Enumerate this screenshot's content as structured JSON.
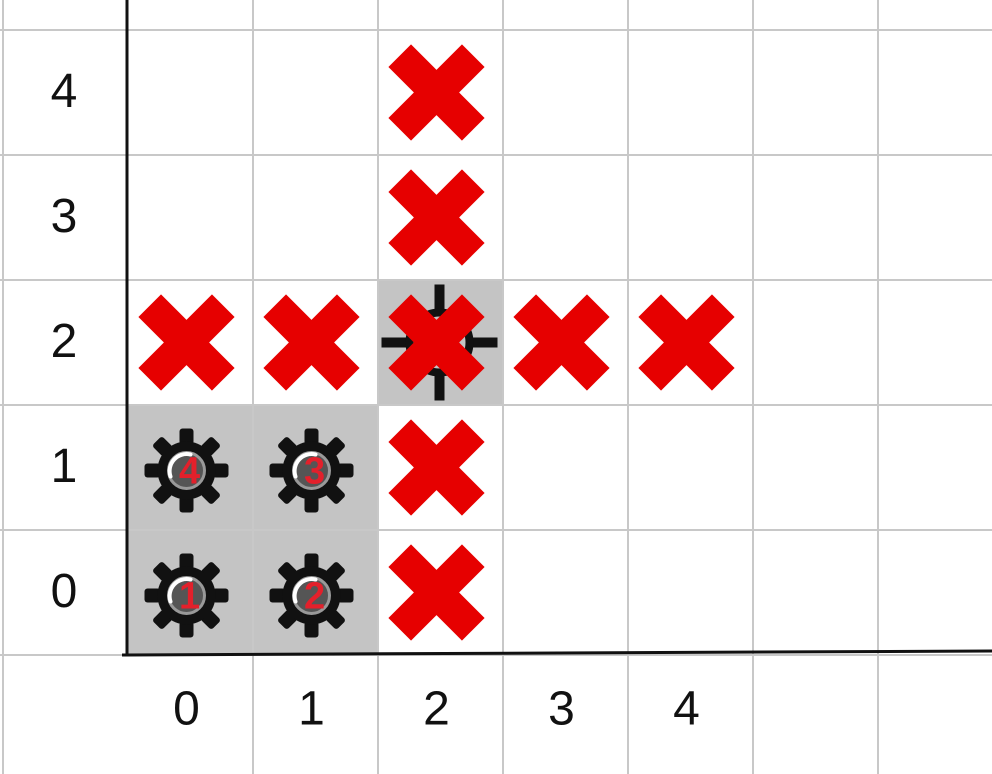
{
  "board": {
    "x_labels": [
      "0",
      "1",
      "2",
      "3",
      "4"
    ],
    "y_labels": [
      "0",
      "1",
      "2",
      "3",
      "4"
    ],
    "colors": {
      "grid_line": "#c8c8c8",
      "axis_line": "#111111",
      "occupied_cell": "#c4c4c4",
      "cross_mark": "#e60000",
      "gear_body": "#111111",
      "gear_number": "#e3202b"
    },
    "gears": [
      {
        "col": 0,
        "row": 1,
        "number": "4"
      },
      {
        "col": 1,
        "row": 1,
        "number": "3"
      },
      {
        "col": 0,
        "row": 0,
        "number": "1"
      },
      {
        "col": 1,
        "row": 0,
        "number": "2"
      }
    ],
    "target": {
      "col": 2,
      "row": 2,
      "icon": "crosshair-icon"
    },
    "crosses": [
      {
        "col": 2,
        "row": 4
      },
      {
        "col": 2,
        "row": 3
      },
      {
        "col": 0,
        "row": 2
      },
      {
        "col": 1,
        "row": 2
      },
      {
        "col": 2,
        "row": 2
      },
      {
        "col": 3,
        "row": 2
      },
      {
        "col": 4,
        "row": 2
      },
      {
        "col": 2,
        "row": 1
      },
      {
        "col": 2,
        "row": 0
      }
    ]
  }
}
